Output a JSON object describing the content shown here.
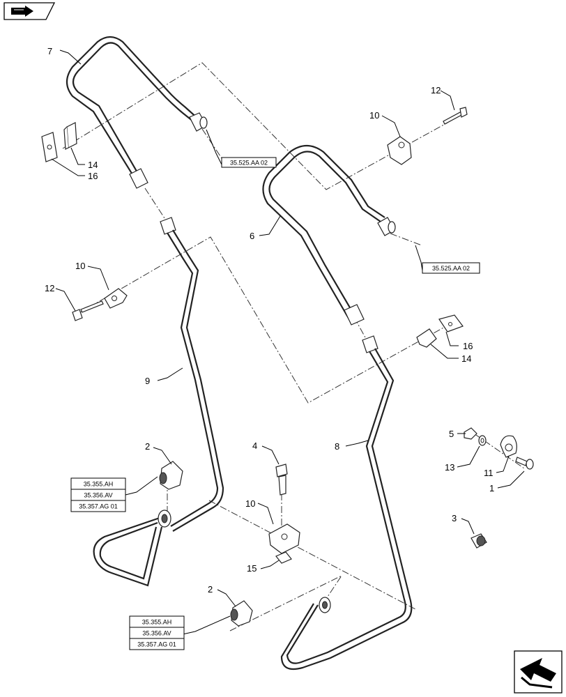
{
  "callouts": {
    "c7": "7",
    "c14a": "14",
    "c16a": "16",
    "c12a": "12",
    "c10a": "10",
    "c6": "6",
    "c10b": "10",
    "c12b": "12",
    "c16b": "16",
    "c14b": "14",
    "c9": "9",
    "c8": "8",
    "c2a": "2",
    "c4": "4",
    "c10c": "10",
    "c15": "15",
    "c5": "5",
    "c13": "13",
    "c11": "11",
    "c1": "1",
    "c3": "3",
    "c2b": "2"
  },
  "refs": {
    "top_left": "35.525.AA 02",
    "top_right": "35.525.AA 02",
    "box1": [
      "35.355.AH",
      "35.356.AV",
      "35.357.AG 01"
    ],
    "box2": [
      "35.355.AH",
      "35.356.AV",
      "35.357.AG 01"
    ]
  },
  "icons": {
    "top_left": "navigation-arrow-icon",
    "bottom_right": "next-page-arrow-icon"
  }
}
